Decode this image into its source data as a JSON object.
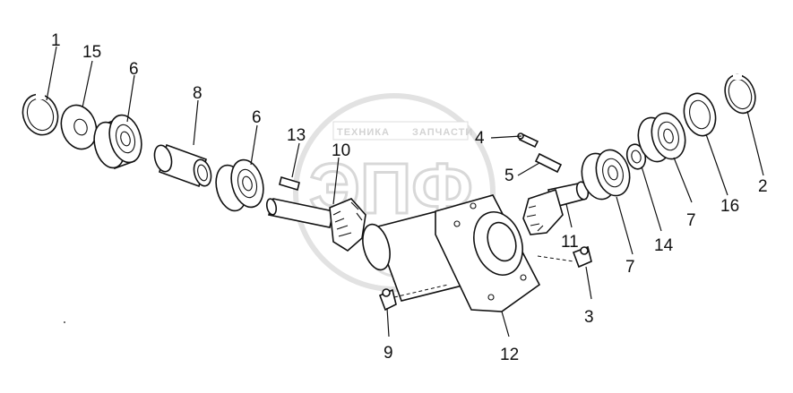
{
  "watermark": {
    "line1": "ТЕХНИКА",
    "line2": "ЗАПЧАСТИ",
    "logo": "ЭПФ"
  },
  "callouts": [
    {
      "id": "1",
      "text": "1"
    },
    {
      "id": "2",
      "text": "2"
    },
    {
      "id": "3",
      "text": "3"
    },
    {
      "id": "4",
      "text": "4"
    },
    {
      "id": "5",
      "text": "5"
    },
    {
      "id": "6a",
      "text": "6"
    },
    {
      "id": "6b",
      "text": "6"
    },
    {
      "id": "7a",
      "text": "7"
    },
    {
      "id": "7b",
      "text": "7"
    },
    {
      "id": "8",
      "text": "8"
    },
    {
      "id": "9",
      "text": "9"
    },
    {
      "id": "10",
      "text": "10"
    },
    {
      "id": "11",
      "text": "11"
    },
    {
      "id": "12",
      "text": "12"
    },
    {
      "id": "13",
      "text": "13"
    },
    {
      "id": "14",
      "text": "14"
    },
    {
      "id": "15",
      "text": "15"
    },
    {
      "id": "16",
      "text": "16"
    }
  ]
}
